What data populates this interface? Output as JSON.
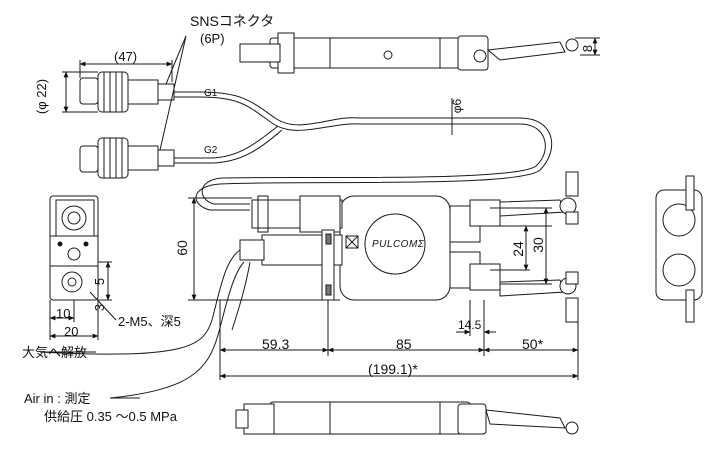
{
  "labels": {
    "sns_connector": "SNSコネクタ",
    "sns_pins": "(6P)",
    "connector_length": "(47)",
    "connector_diameter": "(φ 22)",
    "cable_g1": "G1",
    "cable_g2": "G2",
    "cable_dia": "φ6",
    "height_60": "60",
    "dim_24": "24",
    "dim_30": "30",
    "dim_8": "8",
    "dim_5": "5",
    "dim_3": "3",
    "dim_10": "10",
    "dim_20": "20",
    "thread_note": "2-M5、深5",
    "dim_14_5": "14.5",
    "dim_59_3": "59.3",
    "dim_85": "85",
    "dim_50": "50*",
    "dim_total": "(199.1)*",
    "exhaust": "大気へ解放",
    "air_in": "Air in : 測定",
    "supply_pressure": "供給圧 0.35 ～0.5 MPa",
    "logo": "PULCOMΣ"
  },
  "colors": {
    "line": "#1a1a1a",
    "fill_light": "#ffffff",
    "fill_gray": "#d9d9d9",
    "fill_dark": "#777777"
  }
}
